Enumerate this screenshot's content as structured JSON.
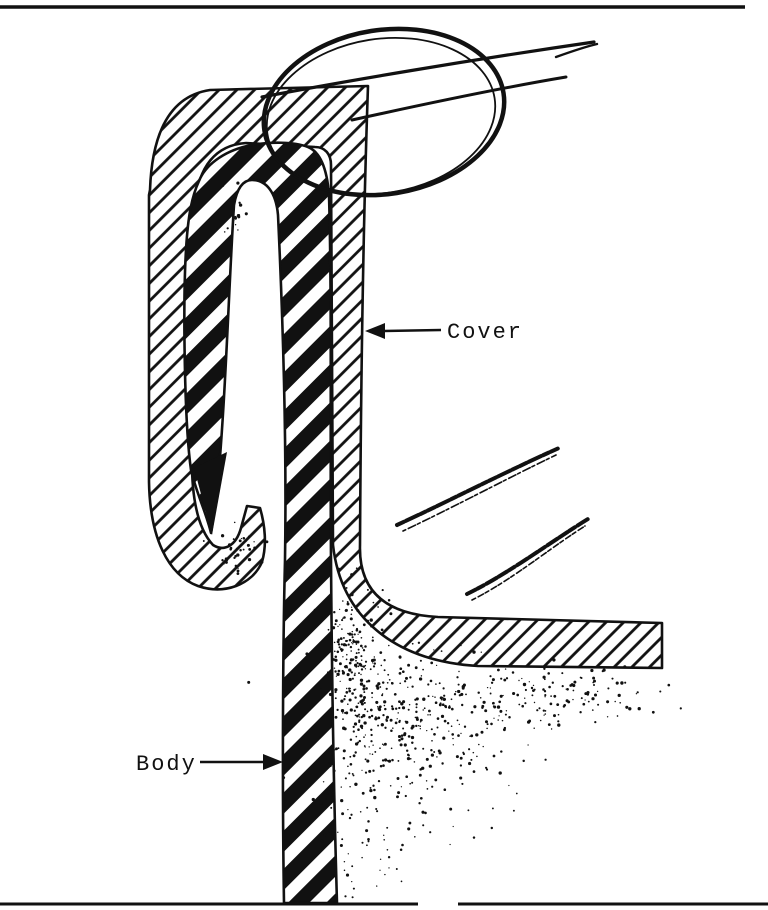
{
  "figure": {
    "description": "Cross-section diagram of a can double seam showing the cover (hatched) and body (striped) interlocked, with an inspection ellipse highlighting the top of the seam",
    "labels": {
      "cover": "Cover",
      "body": "Body"
    },
    "icons": {
      "cover_pointer": "left-arrow",
      "body_pointer": "right-arrow",
      "highlight": "ellipse-highlight"
    },
    "colors": {
      "ink": "#111111",
      "paper": "#ffffff"
    }
  }
}
